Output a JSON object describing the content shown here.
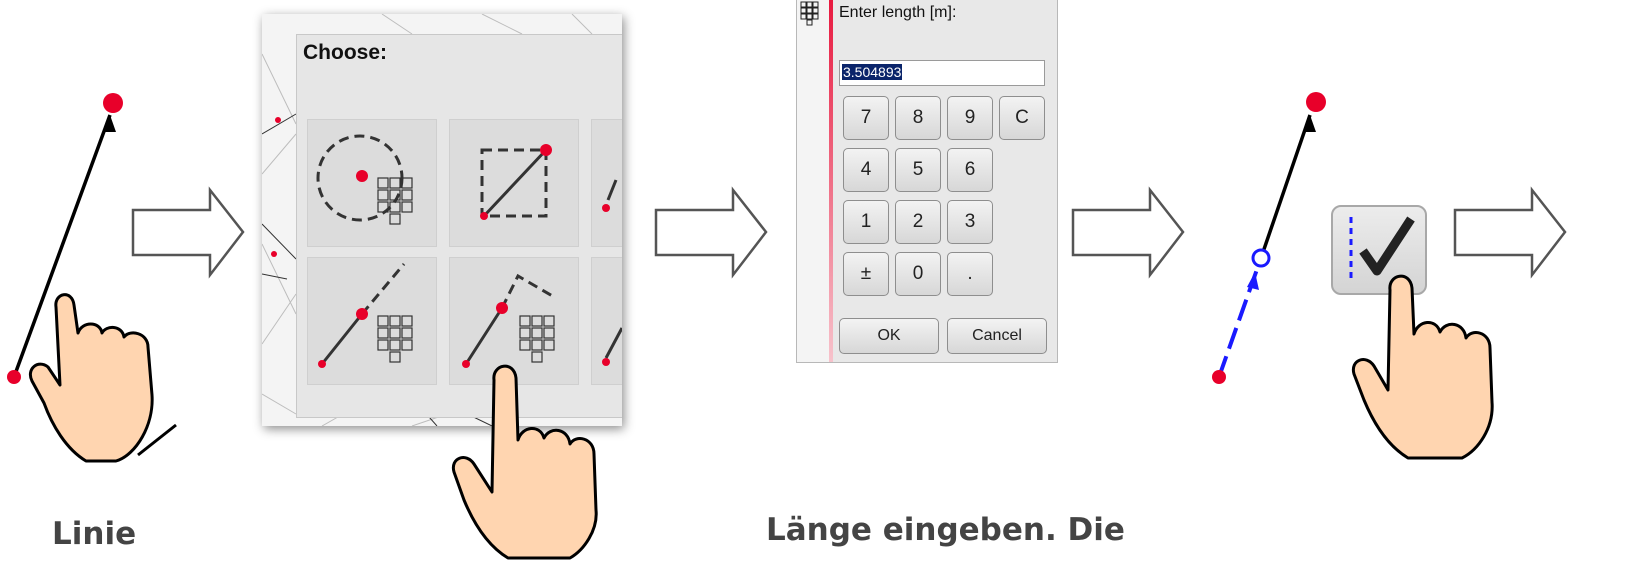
{
  "steps": {
    "choose_dialog": {
      "title": "Choose:",
      "options": [
        {
          "icon": "circle-point-icon"
        },
        {
          "icon": "square-diagonal-icon"
        },
        {
          "icon": "partial-option-icon"
        },
        {
          "icon": "extend-line-icon"
        },
        {
          "icon": "angled-line-icon"
        },
        {
          "icon": "partial-option-icon"
        }
      ]
    },
    "length_dialog": {
      "prompt": "Enter length [m]:",
      "value": "3.504893",
      "keys": [
        "7",
        "8",
        "9",
        "C",
        "4",
        "5",
        "6",
        "1",
        "2",
        "3",
        "±",
        "0",
        "."
      ],
      "ok_label": "OK",
      "cancel_label": "Cancel"
    }
  },
  "captions": {
    "left": "Linie",
    "middle": "Länge eingeben. Die"
  },
  "colors": {
    "point": "#e8002a",
    "line": "#000000",
    "accent_blue": "#1a1aff",
    "hand_fill": "#ffd5b0"
  }
}
